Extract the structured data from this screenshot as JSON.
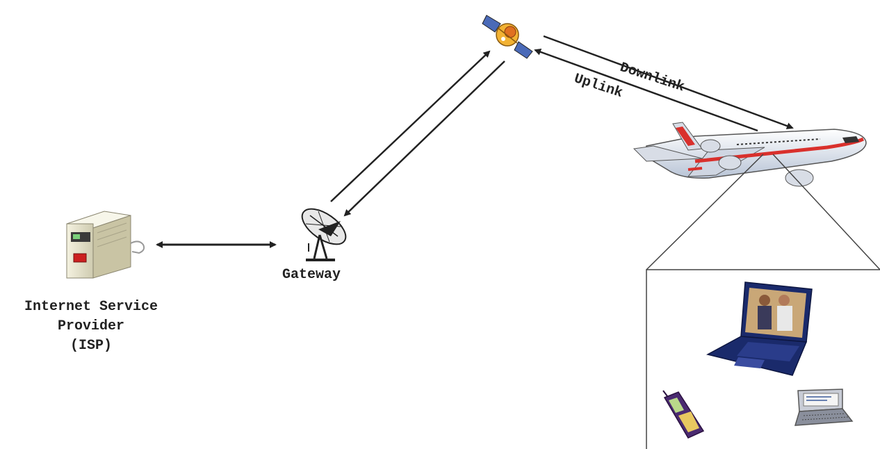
{
  "labels": {
    "isp_line1": "Internet Service",
    "isp_line2": "Provider",
    "isp_line3": "(ISP)",
    "gateway": "Gateway",
    "downlink": "Downlink",
    "uplink": "Uplink"
  },
  "icons": {
    "server": "server-icon",
    "dish": "satellite-dish-icon",
    "satellite": "satellite-icon",
    "airplane": "airplane-icon",
    "laptop": "laptop-icon",
    "phone": "mobile-phone-icon",
    "pda": "pda-icon"
  },
  "colors": {
    "arrow": "#222222",
    "plane_stripe": "#d9302c",
    "laptop_body": "#1a2a6b"
  }
}
